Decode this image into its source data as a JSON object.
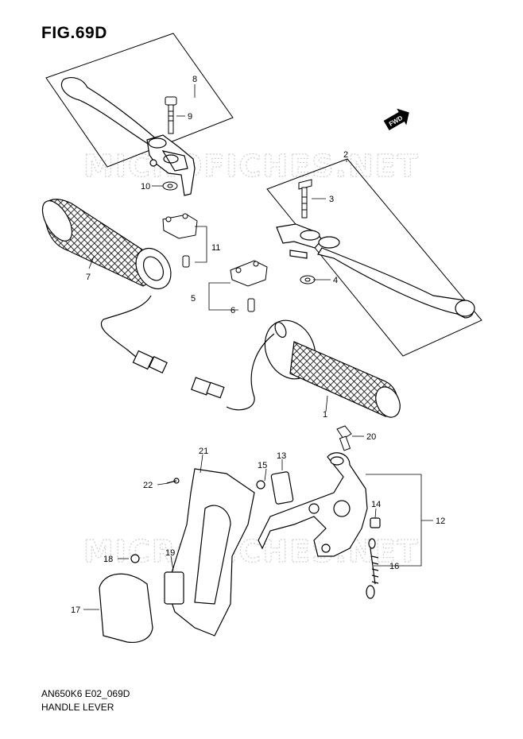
{
  "figure": {
    "title": "FIG.69D",
    "code": "AN650K6 E02_069D",
    "name": "HANDLE LEVER"
  },
  "watermark": "MICROFICHES.NET",
  "direction_tag": "FWD",
  "callouts": {
    "c1": "1",
    "c2": "2",
    "c3": "3",
    "c4": "4",
    "c5": "5",
    "c6": "6",
    "c7": "7",
    "c8": "8",
    "c9": "9",
    "c10": "10",
    "c11": "11",
    "c12": "12",
    "c13": "13",
    "c14": "14",
    "c15": "15",
    "c16": "16",
    "c17": "17",
    "c18": "18",
    "c19": "19",
    "c20": "20",
    "c21": "21",
    "c22": "22"
  }
}
